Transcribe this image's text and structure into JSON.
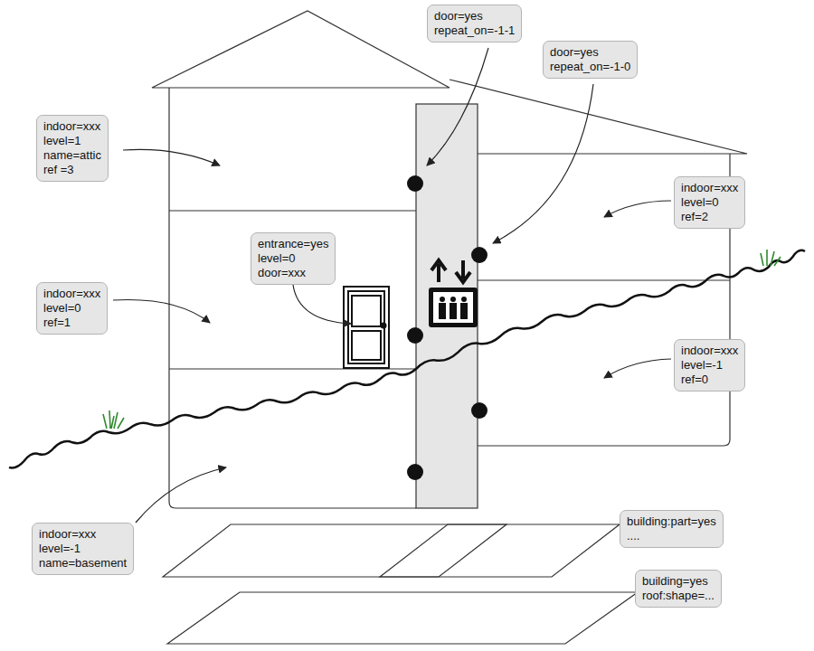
{
  "diagram": {
    "nodes": [
      {
        "text": [
          "door=yes",
          "repeat_on=-1-1"
        ]
      },
      {
        "text": [
          "door=yes",
          "repeat_on=-1-0"
        ]
      },
      {
        "text": [
          "indoor=xxx",
          "level=1",
          "name=attic",
          "ref =3"
        ]
      },
      {
        "text": [
          "indoor=xxx",
          "level=0",
          "ref=2"
        ]
      },
      {
        "text": [
          "entrance=yes",
          "level=0",
          "door=xxx"
        ]
      },
      {
        "text": [
          "indoor=xxx",
          "level=0",
          "ref=1"
        ]
      },
      {
        "text": [
          "indoor=xxx",
          "level=-1",
          "ref=0"
        ]
      },
      {
        "text": [
          "indoor=xxx",
          "level=-1",
          "name=basement"
        ]
      },
      {
        "text": [
          "building:part=yes",
          "...."
        ]
      },
      {
        "text": [
          "building=yes",
          "roof:shape=..."
        ]
      }
    ]
  }
}
